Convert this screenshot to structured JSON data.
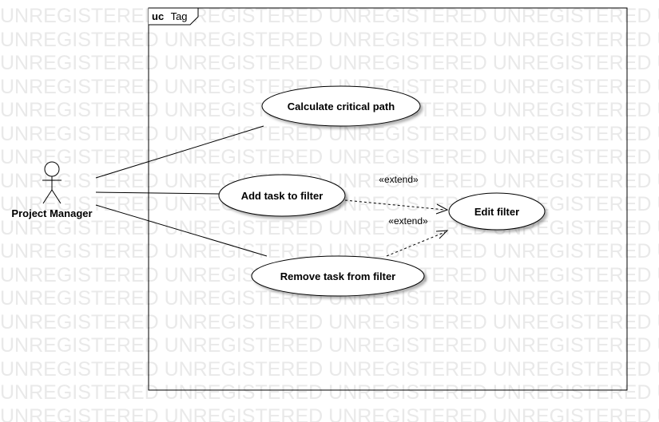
{
  "watermark_text": "UNREGISTERED",
  "frame": {
    "kind": "uc",
    "name": "Tag"
  },
  "actor": {
    "name": "Project Manager"
  },
  "use_cases": [
    {
      "label": "Calculate critical path"
    },
    {
      "label": "Add task to filter"
    },
    {
      "label": "Remove task from filter"
    },
    {
      "label": "Edit filter"
    }
  ],
  "relationships": [
    {
      "stereotype": "«extend»",
      "from": "Add task to filter",
      "to": "Edit filter"
    },
    {
      "stereotype": "«extend»",
      "from": "Remove task from filter",
      "to": "Edit filter"
    }
  ],
  "colors": {
    "watermark": "#e9e9e9",
    "line": "#000000",
    "background": "#ffffff"
  }
}
